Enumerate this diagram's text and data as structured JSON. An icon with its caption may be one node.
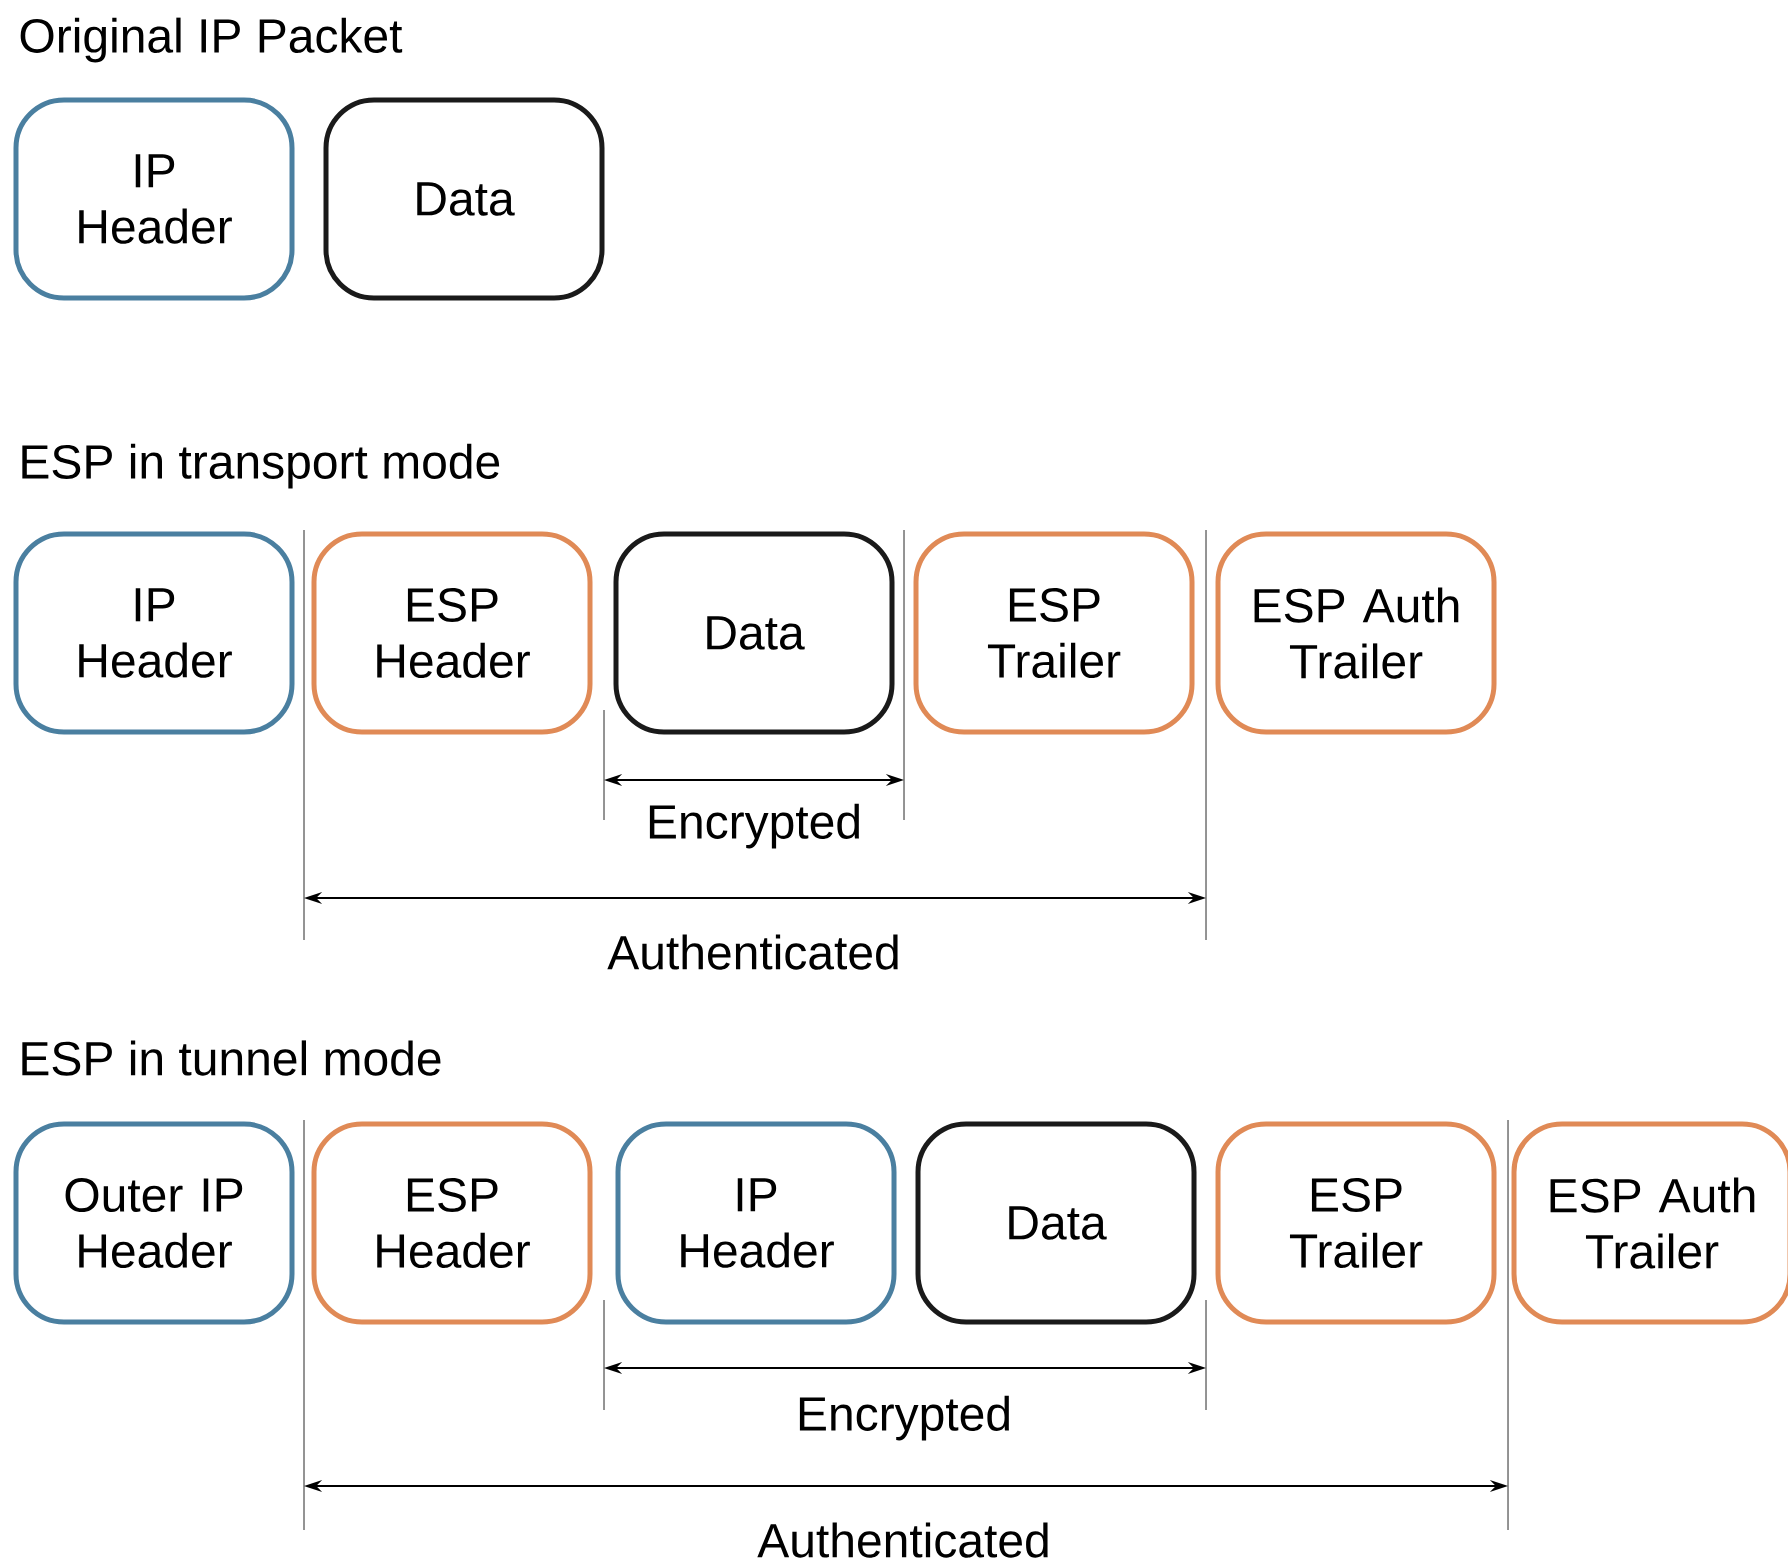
{
  "diagram": {
    "nodes": [
      {
        "text": [
          "IP Header"
        ]
      },
      {
        "text": [
          "Data"
        ]
      },
      {
        "text": [
          "IP Header"
        ]
      },
      {
        "text": [
          "ESP Header"
        ]
      },
      {
        "text": [
          "Data"
        ]
      },
      {
        "text": [
          "ESP Trailer"
        ]
      },
      {
        "text": [
          "ESP Auth Trailer"
        ]
      },
      {
        "text": [
          "Outer IP Header"
        ]
      },
      {
        "text": [
          "ESP Header"
        ]
      },
      {
        "text": [
          "IP Header"
        ]
      },
      {
        "text": [
          "Data"
        ]
      },
      {
        "text": [
          "ESP Trailer"
        ]
      },
      {
        "text": [
          "ESP Auth Trailer"
        ]
      }
    ],
    "labels": [
      "Original IP Packet",
      "ESP in transport mode",
      "Encrypted",
      "Authenticated",
      "ESP in tunnel mode",
      "Encrypted",
      "Authenticated"
    ]
  }
}
